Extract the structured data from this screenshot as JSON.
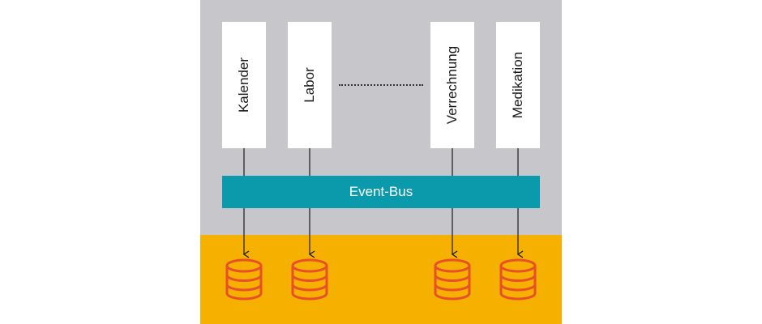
{
  "services": [
    {
      "label": "Kalender"
    },
    {
      "label": "Labor"
    },
    {
      "label": "Verrechnung"
    },
    {
      "label": "Medikation"
    }
  ],
  "event_bus": {
    "label": "Event-Bus"
  },
  "icons": {
    "database": "database-icon",
    "ellipsis": "ellipsis"
  },
  "colors": {
    "service_layer_bg": "#c7c7cb",
    "data_layer_bg": "#f6b100",
    "event_bus": "#0b9aab",
    "database_stroke": "#e8502a",
    "service_box": "#ffffff"
  }
}
